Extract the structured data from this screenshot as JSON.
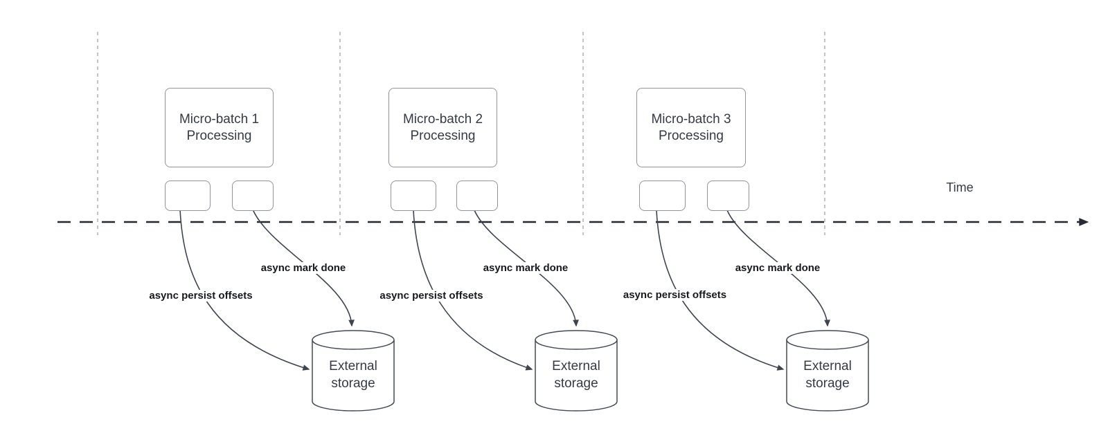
{
  "timeline": {
    "label": "Time"
  },
  "groups": [
    {
      "box": {
        "line1": "Micro-batch 1",
        "line2": "Processing"
      },
      "persist_label": "async persist offsets",
      "mark_label": "async mark done",
      "storage": {
        "line1": "External",
        "line2": "storage"
      }
    },
    {
      "box": {
        "line1": "Micro-batch 2",
        "line2": "Processing"
      },
      "persist_label": "async persist offsets",
      "mark_label": "async mark done",
      "storage": {
        "line1": "External",
        "line2": "storage"
      }
    },
    {
      "box": {
        "line1": "Micro-batch 3",
        "line2": "Processing"
      },
      "persist_label": "async persist offsets",
      "mark_label": "async mark done",
      "storage": {
        "line1": "External",
        "line2": "storage"
      }
    }
  ],
  "colors": {
    "divider": "#b5b5b5",
    "timeline": "#23272e",
    "connector": "#3e4450",
    "cylinder_stroke": "#434955",
    "box_border": "#8f939a",
    "box_text": "#343b46",
    "label_text": "#17191c"
  }
}
